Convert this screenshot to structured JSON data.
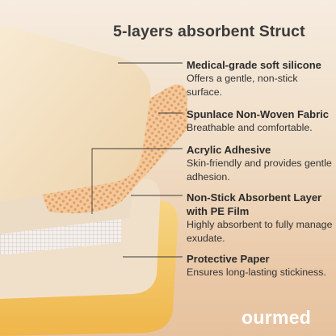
{
  "title": "5-layers absorbent Struct",
  "layers": [
    {
      "name": "Medical-grade soft silicone",
      "description": "Offers a gentle, non-stick surface."
    },
    {
      "name": "Spunlace Non-Woven Fabric",
      "description": "Breathable and comfortable."
    },
    {
      "name": "Acrylic Adhesive",
      "description": "Skin-friendly and provides gentle adhesion."
    },
    {
      "name": "Non-Stick Absorbent Layer with PE Film",
      "description": "Highly absorbent to fully manage exudate."
    },
    {
      "name": "Protective Paper",
      "description": "Ensures long-lasting stickiness."
    }
  ],
  "brand": "ourmed",
  "colors": {
    "background": "#f0ddc6",
    "title": "#3b3b3b",
    "text": "#2b2b2b",
    "silicone": "#f3e2c4",
    "mesh": "#e9a86a",
    "adhesive_grid": "#c9c3bf",
    "protective_paper": "#f4c35f",
    "brand": "#ffffff"
  }
}
